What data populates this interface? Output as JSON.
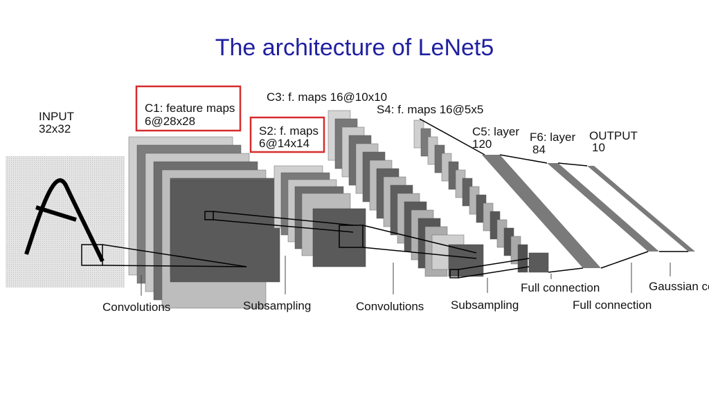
{
  "title": "The architecture of LeNet5",
  "layers": {
    "input": {
      "name": "INPUT",
      "size": "32x32"
    },
    "c1": {
      "name": "C1: feature maps",
      "size": "6@28x28"
    },
    "s2": {
      "name": "S2: f. maps",
      "size": "6@14x14"
    },
    "c3": {
      "name": "C3: f. maps 16@10x10"
    },
    "s4": {
      "name": "S4: f. maps 16@5x5"
    },
    "c5": {
      "name": "C5: layer",
      "size": "120"
    },
    "f6": {
      "name": "F6: layer",
      "size": "84"
    },
    "output": {
      "name": "OUTPUT",
      "size": "10"
    }
  },
  "operations": {
    "convolutions_1": "Convolutions",
    "subsampling_1": "Subsampling",
    "convolutions_2": "Convolutions",
    "subsampling_2": "Subsampling",
    "full_connection_1": "Full connection",
    "full_connection_2": "Full connection",
    "gaussian": "Gaussian connections"
  },
  "colors": {
    "title": "#1f1fa0",
    "highlight": "#d62b2b"
  }
}
